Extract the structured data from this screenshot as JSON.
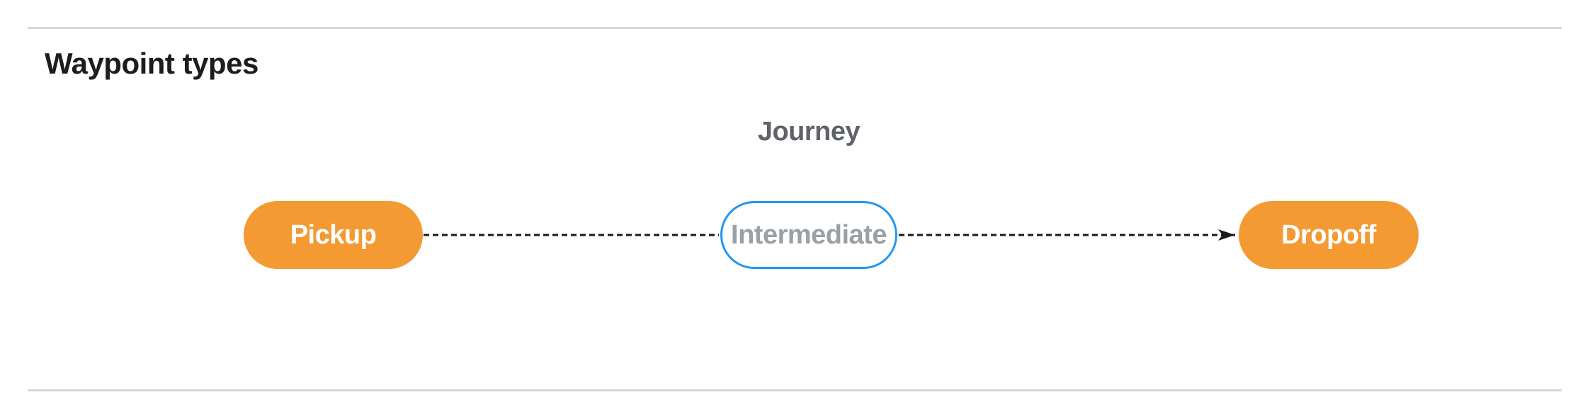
{
  "section": {
    "title": "Waypoint types"
  },
  "figure": {
    "title": "Journey",
    "nodes": [
      {
        "id": "pickup",
        "label": "Pickup",
        "kind": "terminal"
      },
      {
        "id": "intermediate",
        "label": "Intermediate",
        "kind": "intermediate"
      },
      {
        "id": "dropoff",
        "label": "Dropoff",
        "kind": "terminal"
      }
    ],
    "edges": [
      {
        "from": "pickup",
        "to": "intermediate",
        "style": "dashed",
        "arrowhead": false
      },
      {
        "from": "intermediate",
        "to": "dropoff",
        "style": "dashed",
        "arrowhead": true
      }
    ],
    "colors": {
      "terminal_fill": "#f49a33",
      "terminal_text": "#ffffff",
      "intermediate_border": "#2196f3",
      "intermediate_text": "#9aa0a6",
      "edge": "#1a1a1a",
      "figure_title_text": "#5f6368"
    }
  },
  "page": {
    "background": "#ffffff",
    "divider_color": "#d8d8d8",
    "section_title_color": "#1d1d1d"
  }
}
